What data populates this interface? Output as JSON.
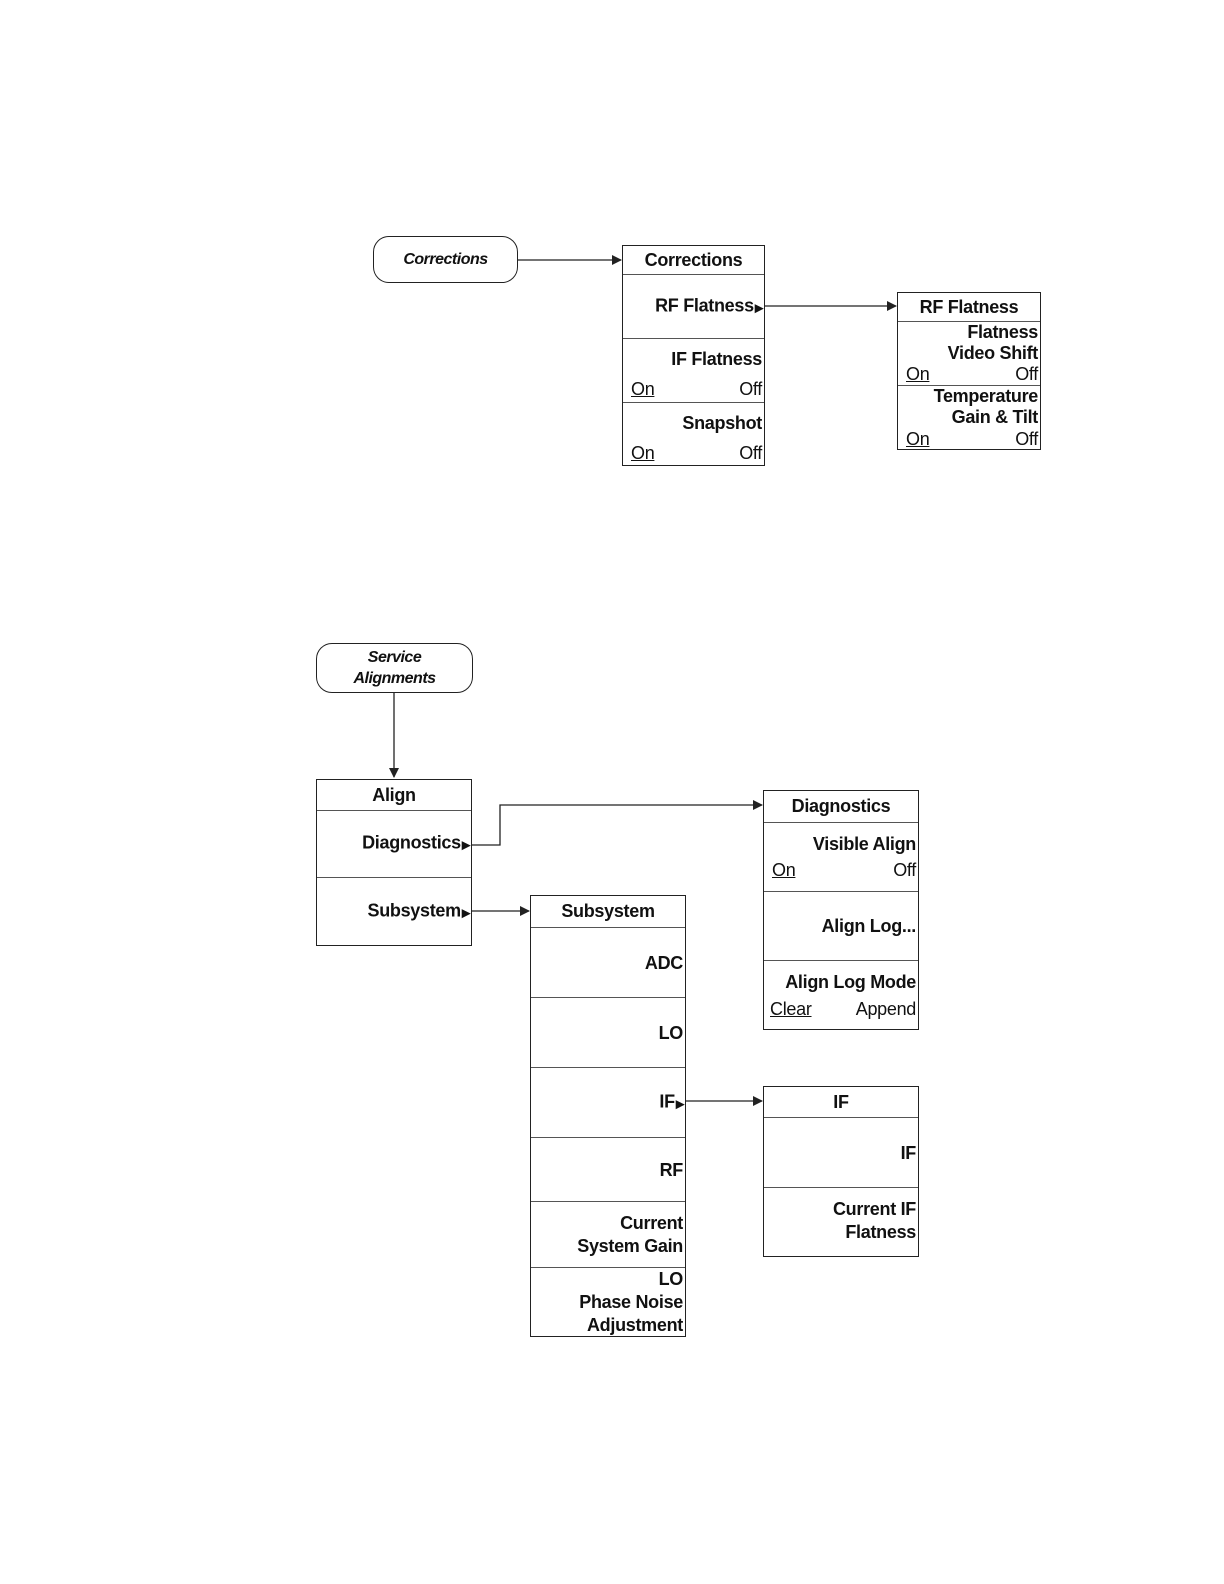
{
  "keys": {
    "corrections": "Corrections",
    "service_alignments": "Service\nAlignments"
  },
  "menus": {
    "corrections": {
      "title": "Corrections",
      "items": [
        {
          "label": "RF Flatness",
          "arrow": "▶"
        },
        {
          "label": "IF Flatness",
          "on": "On",
          "off": "Off"
        },
        {
          "label": "Snapshot",
          "on": "On",
          "off": "Off"
        }
      ]
    },
    "rf_flatness": {
      "title": "RF Flatness",
      "items": [
        {
          "label": "Flatness\nVideo Shift",
          "on": "On",
          "off": "Off"
        },
        {
          "label": "Temperature\nGain & Tilt",
          "on": "On",
          "off": "Off"
        }
      ]
    },
    "align": {
      "title": "Align",
      "items": [
        {
          "label": "Diagnostics",
          "arrow": "▶"
        },
        {
          "label": "Subsystem",
          "arrow": "▶"
        }
      ]
    },
    "diagnostics": {
      "title": "Diagnostics",
      "items": [
        {
          "label": "Visible Align",
          "on": "On",
          "off": "Off"
        },
        {
          "label": "Align Log..."
        },
        {
          "label": "Align Log Mode",
          "on": "Clear",
          "off": "Append"
        }
      ]
    },
    "subsystem": {
      "title": "Subsystem",
      "items": [
        {
          "label": "ADC"
        },
        {
          "label": "LO"
        },
        {
          "label": "IF",
          "arrow": "▶"
        },
        {
          "label": "RF"
        },
        {
          "label": "Current\nSystem Gain"
        },
        {
          "label": "LO\nPhase Noise\nAdjustment"
        }
      ]
    },
    "if": {
      "title": "IF",
      "items": [
        {
          "label": "IF"
        },
        {
          "label": "Current IF\nFlatness"
        }
      ]
    }
  }
}
